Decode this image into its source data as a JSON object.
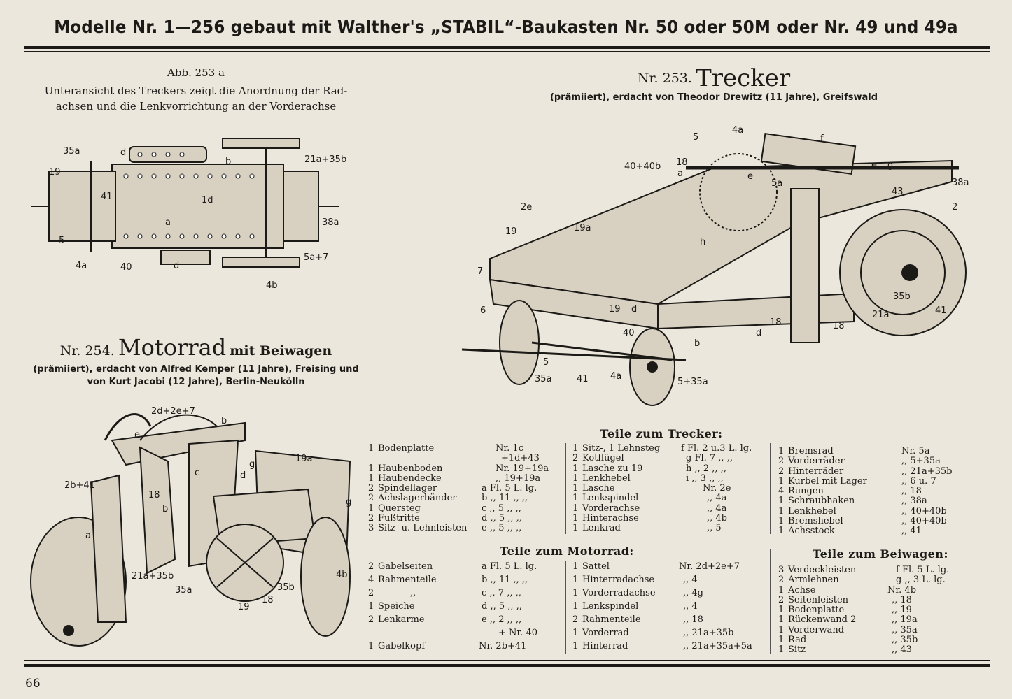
{
  "header": {
    "title": "Modelle Nr. 1—256 gebaut mit Walther's „STABIL“-Baukasten Nr. 50 oder 50M oder Nr. 49 und 49a"
  },
  "fig253a": {
    "title": "Abb. 253 a",
    "caption_line1": "Unteransicht des Treckers zeigt die Anordnung der Rad-",
    "caption_line2": "achsen und die Lenkvorrichtung an der Vorderachse",
    "labels": [
      "35a",
      "d",
      "b",
      "21a+35b",
      "19",
      "41",
      "1d",
      "a",
      "38a",
      "5",
      "4a",
      "40",
      "d",
      "5a+7",
      "4b"
    ]
  },
  "trecker": {
    "nr": "Nr. 253.",
    "name": "Trecker",
    "credit": "(prämiiert), erdacht von Theodor Drewitz (11 Jahre), Greifswald",
    "labels": [
      "5",
      "4a",
      "f",
      "40+40b",
      "18",
      "a",
      "e",
      "e",
      "5a",
      "g",
      "43",
      "38a",
      "2",
      "2e",
      "19",
      "19a",
      "h",
      "7",
      "6",
      "19",
      "d",
      "40",
      "b",
      "d",
      "18",
      "18",
      "35b",
      "21a",
      "41",
      "5",
      "35a",
      "41",
      "4a",
      "5+35a"
    ]
  },
  "motorrad": {
    "nr": "Nr. 254.",
    "name": "Motorrad",
    "suffix": "mit Beiwagen",
    "credit_line1": "(prämiiert), erdacht von Alfred Kemper (11 Jahre), Freising und",
    "credit_line2": "von Kurt Jacobi (12 Jahre), Berlin-Neukölln",
    "labels": [
      "2d+2e+7",
      "b",
      "e",
      "g",
      "19a",
      "2b+41",
      "c",
      "18",
      "b",
      "d",
      "a",
      "21a+35b",
      "35a",
      "19",
      "18",
      "35b",
      "4b",
      "g"
    ]
  },
  "teile_trecker": {
    "heading": "Teile zum Trecker:",
    "col1": [
      {
        "q": "1",
        "name": "Bodenplatte",
        "ref": "Nr. 1c"
      },
      {
        "q": "",
        "name": "",
        "ref": "+1d+43"
      },
      {
        "q": "1",
        "name": "Haubenboden",
        "ref": "Nr. 19+19a"
      },
      {
        "q": "1",
        "name": "Haubendecke",
        "ref": ",,  19+19a"
      },
      {
        "q": "2",
        "name": "Spindellager",
        "ref": "a  Fl.  5 L. lg."
      },
      {
        "q": "2",
        "name": "Achslagerbänder",
        "ref": "b  ,,  11 ,,  ,,"
      },
      {
        "q": "1",
        "name": "Quersteg",
        "ref": "c  ,,  5 ,,  ,,"
      },
      {
        "q": "2",
        "name": "Fußtritte",
        "ref": "d  ,,  5 ,,  ,,"
      },
      {
        "q": "3",
        "name": "Sitz- u. Lehnleisten",
        "ref": "e  ,,  5 ,,  ,,"
      }
    ],
    "col2": [
      {
        "q": "1",
        "name": "Sitz-, 1 Lehnsteg",
        "ref": "f Fl. 2 u.3 L. lg."
      },
      {
        "q": "2",
        "name": "Kotflügel",
        "ref": "g  Fl.  7 ,,  ,,"
      },
      {
        "q": "1",
        "name": "Lasche zu 19",
        "ref": "h  ,,  2 ,,  ,,"
      },
      {
        "q": "1",
        "name": "Lenkhebel",
        "ref": "i  ,,  3 ,,  ,,"
      },
      {
        "q": "1",
        "name": "Lasche",
        "ref": "Nr. 2e"
      },
      {
        "q": "1",
        "name": "Lenkspindel",
        "ref": ",,  4a"
      },
      {
        "q": "1",
        "name": "Vorderachse",
        "ref": ",,  4a"
      },
      {
        "q": "1",
        "name": "Hinterachse",
        "ref": ",,  4b"
      },
      {
        "q": "1",
        "name": "Lenkrad",
        "ref": ",,  5"
      }
    ],
    "col3": [
      {
        "q": "1",
        "name": "Bremsrad",
        "ref": "Nr.  5a"
      },
      {
        "q": "2",
        "name": "Vorderräder",
        "ref": ",,  5+35a"
      },
      {
        "q": "2",
        "name": "Hinterräder",
        "ref": ",,  21a+35b"
      },
      {
        "q": "1",
        "name": "Kurbel mit Lager",
        "ref": ",,  6 u. 7"
      },
      {
        "q": "4",
        "name": "Rungen",
        "ref": ",,  18"
      },
      {
        "q": "1",
        "name": "Schraubhaken",
        "ref": ",,  38a"
      },
      {
        "q": "1",
        "name": "Lenkhebel",
        "ref": ",,  40+40b"
      },
      {
        "q": "1",
        "name": "Bremshebel",
        "ref": ",,  40+40b"
      },
      {
        "q": "1",
        "name": "Achsstock",
        "ref": ",,  41"
      }
    ]
  },
  "teile_motorrad": {
    "heading": "Teile zum Motorrad:",
    "col1": [
      {
        "q": "2",
        "name": "Gabelseiten",
        "ref": "a  Fl.  5 L. lg."
      },
      {
        "q": "4",
        "name": "Rahmenteile",
        "ref": "b  ,,  11 ,,  ,,"
      },
      {
        "q": "2",
        "name": ",,",
        "ref": "c  ,,  7 ,,  ,,"
      },
      {
        "q": "1",
        "name": "Speiche",
        "ref": "d  ,,  5 ,,  ,,"
      },
      {
        "q": "2",
        "name": "Lenkarme",
        "ref": "e  ,,  2 ,,  ,,"
      },
      {
        "q": "",
        "name": "",
        "ref": "+ Nr. 40"
      },
      {
        "q": "1",
        "name": "Gabelkopf",
        "ref": "Nr. 2b+41"
      }
    ],
    "col2": [
      {
        "q": "1",
        "name": "Sattel",
        "ref": "Nr. 2d+2e+7"
      },
      {
        "q": "1",
        "name": "Hinterradachse",
        "ref": ",,  4"
      },
      {
        "q": "1",
        "name": "Vorderradachse",
        "ref": ",,  4g"
      },
      {
        "q": "1",
        "name": "Lenkspindel",
        "ref": ",,  4"
      },
      {
        "q": "2",
        "name": "Rahmenteile",
        "ref": ",,  18"
      },
      {
        "q": "1",
        "name": "Vorderrad",
        "ref": ",,  21a+35b"
      },
      {
        "q": "1",
        "name": "Hinterrad",
        "ref": ",,  21a+35a+5a"
      }
    ]
  },
  "teile_beiwagen": {
    "heading": "Teile zum Beiwagen:",
    "col1": [
      {
        "q": "3",
        "name": "Verdeckleisten",
        "ref": "f  Fl.  5 L. lg."
      },
      {
        "q": "2",
        "name": "Armlehnen",
        "ref": "g  ,,  3 L. lg."
      },
      {
        "q": "1",
        "name": "Achse",
        "ref": "Nr.  4b"
      },
      {
        "q": "2",
        "name": "Seitenleisten",
        "ref": ",,  18"
      },
      {
        "q": "1",
        "name": "Bodenplatte",
        "ref": ",,  19"
      },
      {
        "q": "1",
        "name": "Rückenwand  2",
        "ref": ",,  19a"
      },
      {
        "q": "1",
        "name": "Vorderwand",
        "ref": ",,  35a"
      },
      {
        "q": "1",
        "name": "Rad",
        "ref": ",,  35b"
      },
      {
        "q": "1",
        "name": "Sitz",
        "ref": ",,  43"
      }
    ]
  },
  "page_number": "66"
}
